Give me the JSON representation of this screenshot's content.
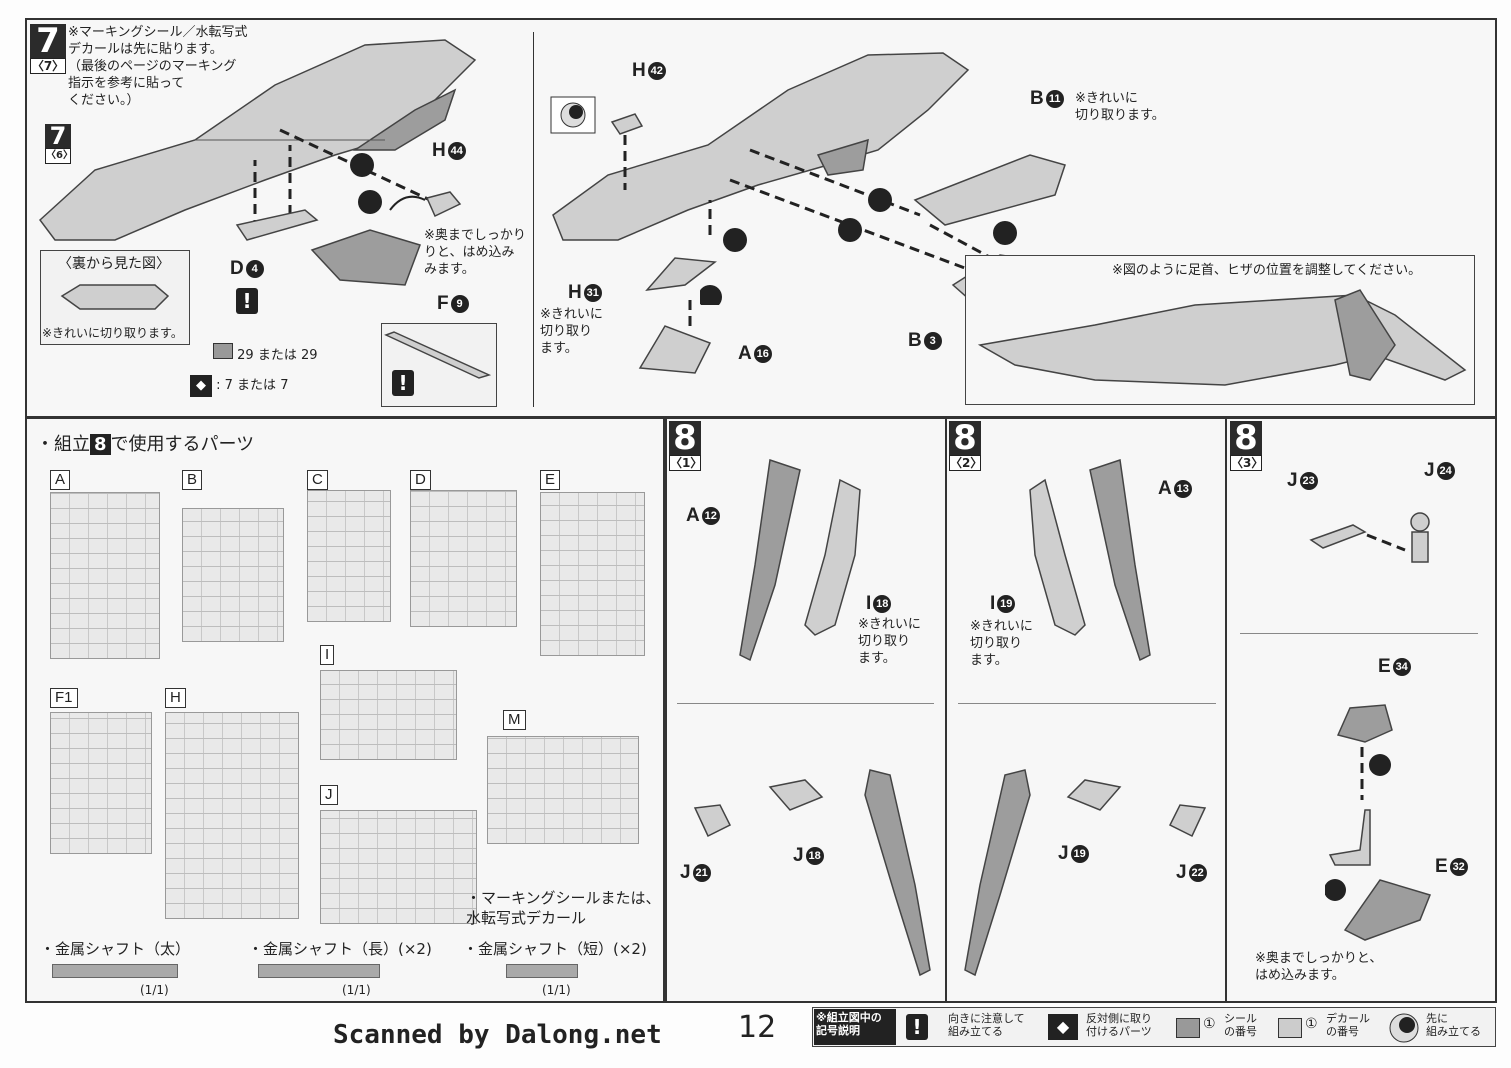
{
  "step7": {
    "number": "7",
    "sub": "〈7〉",
    "ref_number": "7",
    "ref_sub": "〈6〉",
    "note_decal": "※マーキングシール／水転写式\nデカールは先に貼ります。\n（最後のページのマーキング\n指示を参考に貼って\nください。）",
    "note_push": "※奥までしっかり\nりと、はめ込み\nみます。",
    "back_view_title": "〈裏から見た図〉",
    "note_cut_clean": "※きれいに切り取ります。",
    "parts": {
      "h44": "H",
      "h44_num": "44",
      "d4": "D",
      "d4_num": "4",
      "f9": "F",
      "f9_num": "9",
      "h42": "H",
      "h42_num": "42",
      "h31": "H",
      "h31_num": "31",
      "a16": "A",
      "a16_num": "16",
      "b11": "B",
      "b11_num": "11",
      "b3": "B",
      "b3_num": "3"
    },
    "sticker_line": "29 または 29",
    "mirror_line": ": 7 または 7",
    "note_b11": "※きれいに\n切り取ります。",
    "note_h31": "※きれいに\n切り取り\nます。",
    "note_legs": "※図のように足首、ヒザの位置を調整してください。"
  },
  "parts_used": {
    "title_prefix": "・組立",
    "title_step": "8",
    "title_suffix": "で使用するパーツ",
    "runners": [
      "A",
      "B",
      "C",
      "D",
      "E",
      "F1",
      "H",
      "I",
      "J",
      "M"
    ],
    "marking_note": "・マーキングシールまたは、\n水転写式デカール",
    "shafts": [
      {
        "label": "・金属シャフト（太）",
        "ratio": "(1/1)"
      },
      {
        "label": "・金属シャフト（長）(×2)",
        "ratio": "(1/1)"
      },
      {
        "label": "・金属シャフト（短）(×2)",
        "ratio": "(1/1)"
      }
    ]
  },
  "step8_1": {
    "number": "8",
    "sub": "〈1〉",
    "a12": "A",
    "a12_num": "12",
    "i18": "I",
    "i18_num": "18",
    "note": "※きれいに\n切り取り\nます。",
    "j21": "J",
    "j21_num": "21",
    "j18": "J",
    "j18_num": "18"
  },
  "step8_2": {
    "number": "8",
    "sub": "〈2〉",
    "a13": "A",
    "a13_num": "13",
    "i19": "I",
    "i19_num": "19",
    "note": "※きれいに\n切り取り\nます。",
    "j19": "J",
    "j19_num": "19",
    "j22": "J",
    "j22_num": "22"
  },
  "step8_3": {
    "number": "8",
    "sub": "〈3〉",
    "j23": "J",
    "j23_num": "23",
    "j24": "J",
    "j24_num": "24",
    "e34": "E",
    "e34_num": "34",
    "e32": "E",
    "e32_num": "32",
    "note": "※奥までしっかりと、\nはめ込みます。"
  },
  "footer": {
    "scanned_by": "Scanned by Dalong.net",
    "page_number": "12",
    "legend_title": "※組立図中の\n記号説明",
    "legend_items": [
      {
        "icon": "exclamation-icon",
        "text": "向きに注意して\n組み立てる"
      },
      {
        "icon": "mirror-icon",
        "text": "反対側に取り\n付けるパーツ"
      },
      {
        "icon": "sticker-icon",
        "num": "①",
        "text": "シール\nの番号"
      },
      {
        "icon": "decal-icon",
        "num": "①",
        "text": "デカール\nの番号"
      },
      {
        "icon": "first-assemble-icon",
        "text": "先に\n組み立てる"
      }
    ]
  }
}
